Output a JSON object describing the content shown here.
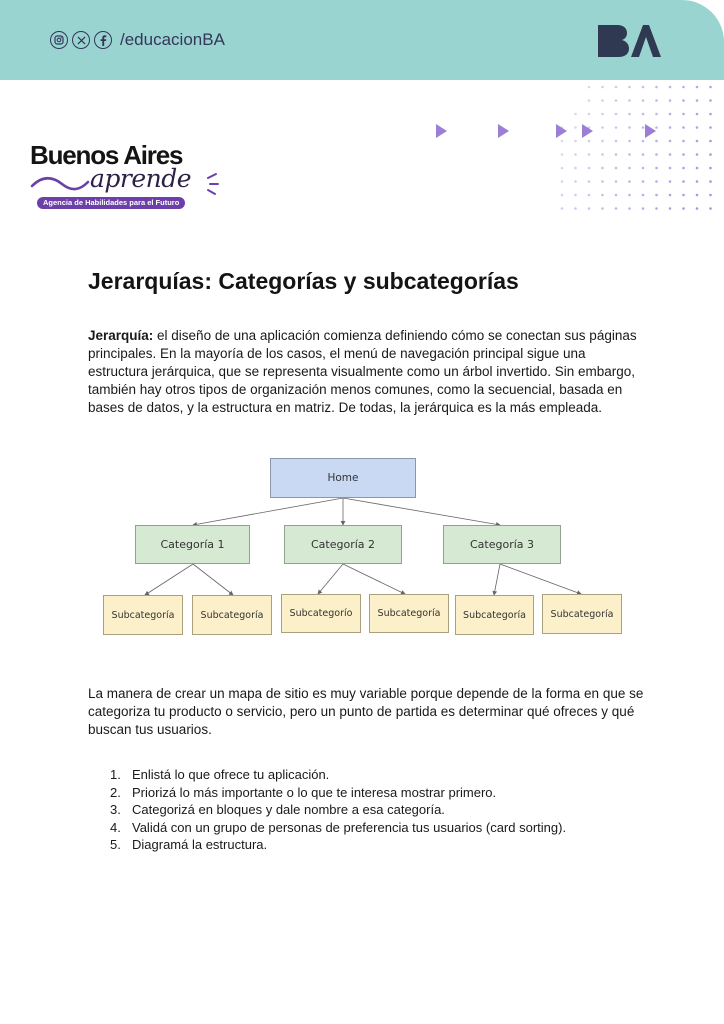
{
  "header": {
    "social_icons": [
      "instagram-icon",
      "x-icon",
      "facebook-icon"
    ],
    "handle": "/educacionBA",
    "logo_text": "BA",
    "bar_color": "#9ad4d1",
    "accent_color": "#9b7fd6"
  },
  "brand": {
    "title": "Buenos Aires",
    "subtitle": "aprende",
    "tagline": "Agencia de Habilidades para el Futuro",
    "tag_color": "#6c40a8"
  },
  "document": {
    "title": "Jerarquías: Categorías y subcategorías",
    "intro_label": "Jerarquía:",
    "intro_text": " el diseño de una aplicación comienza definiendo cómo se conectan sus páginas principales. En la mayoría de los casos, el menú de navegación principal sigue una estructura jerárquica, que se representa visualmente como un árbol invertido. Sin embargo, también hay otros tipos de organización menos comunes, como la secuencial, basada en bases de datos, y la estructura en matriz. De todas, la jerárquica es la más empleada.",
    "paragraph2": "La manera de crear un mapa de sitio es muy variable porque depende de la forma en que se categoriza tu producto o servicio, pero un punto de partida es determinar qué ofreces y qué buscan tus usuarios.",
    "steps": [
      {
        "num": "1.",
        "text": "Enlistá lo que ofrece tu aplicación."
      },
      {
        "num": "2.",
        "text": "Priorizá lo más importante o lo que te interesa mostrar primero."
      },
      {
        "num": "3.",
        "text": "Categorizá en bloques y dale nombre a esa categoría."
      },
      {
        "num": "4.",
        "text": "Validá con un grupo de personas de preferencia tus usuarios (card sorting)."
      },
      {
        "num": "5.",
        "text": "Diagramá la estructura."
      }
    ]
  },
  "diagram": {
    "root": "Home",
    "categories": [
      "Categoría 1",
      "Categoría 2",
      "Categoría 3"
    ],
    "subcategories": [
      [
        "Subcategoría",
        "Subcategoría"
      ],
      [
        "Subcategorío",
        "Subcategoría"
      ],
      [
        "Subcategoría",
        "Subcategoría"
      ]
    ],
    "colors": {
      "home": "#c9d9f3",
      "category": "#d6e9d2",
      "subcategory": "#fbf0c9"
    }
  }
}
